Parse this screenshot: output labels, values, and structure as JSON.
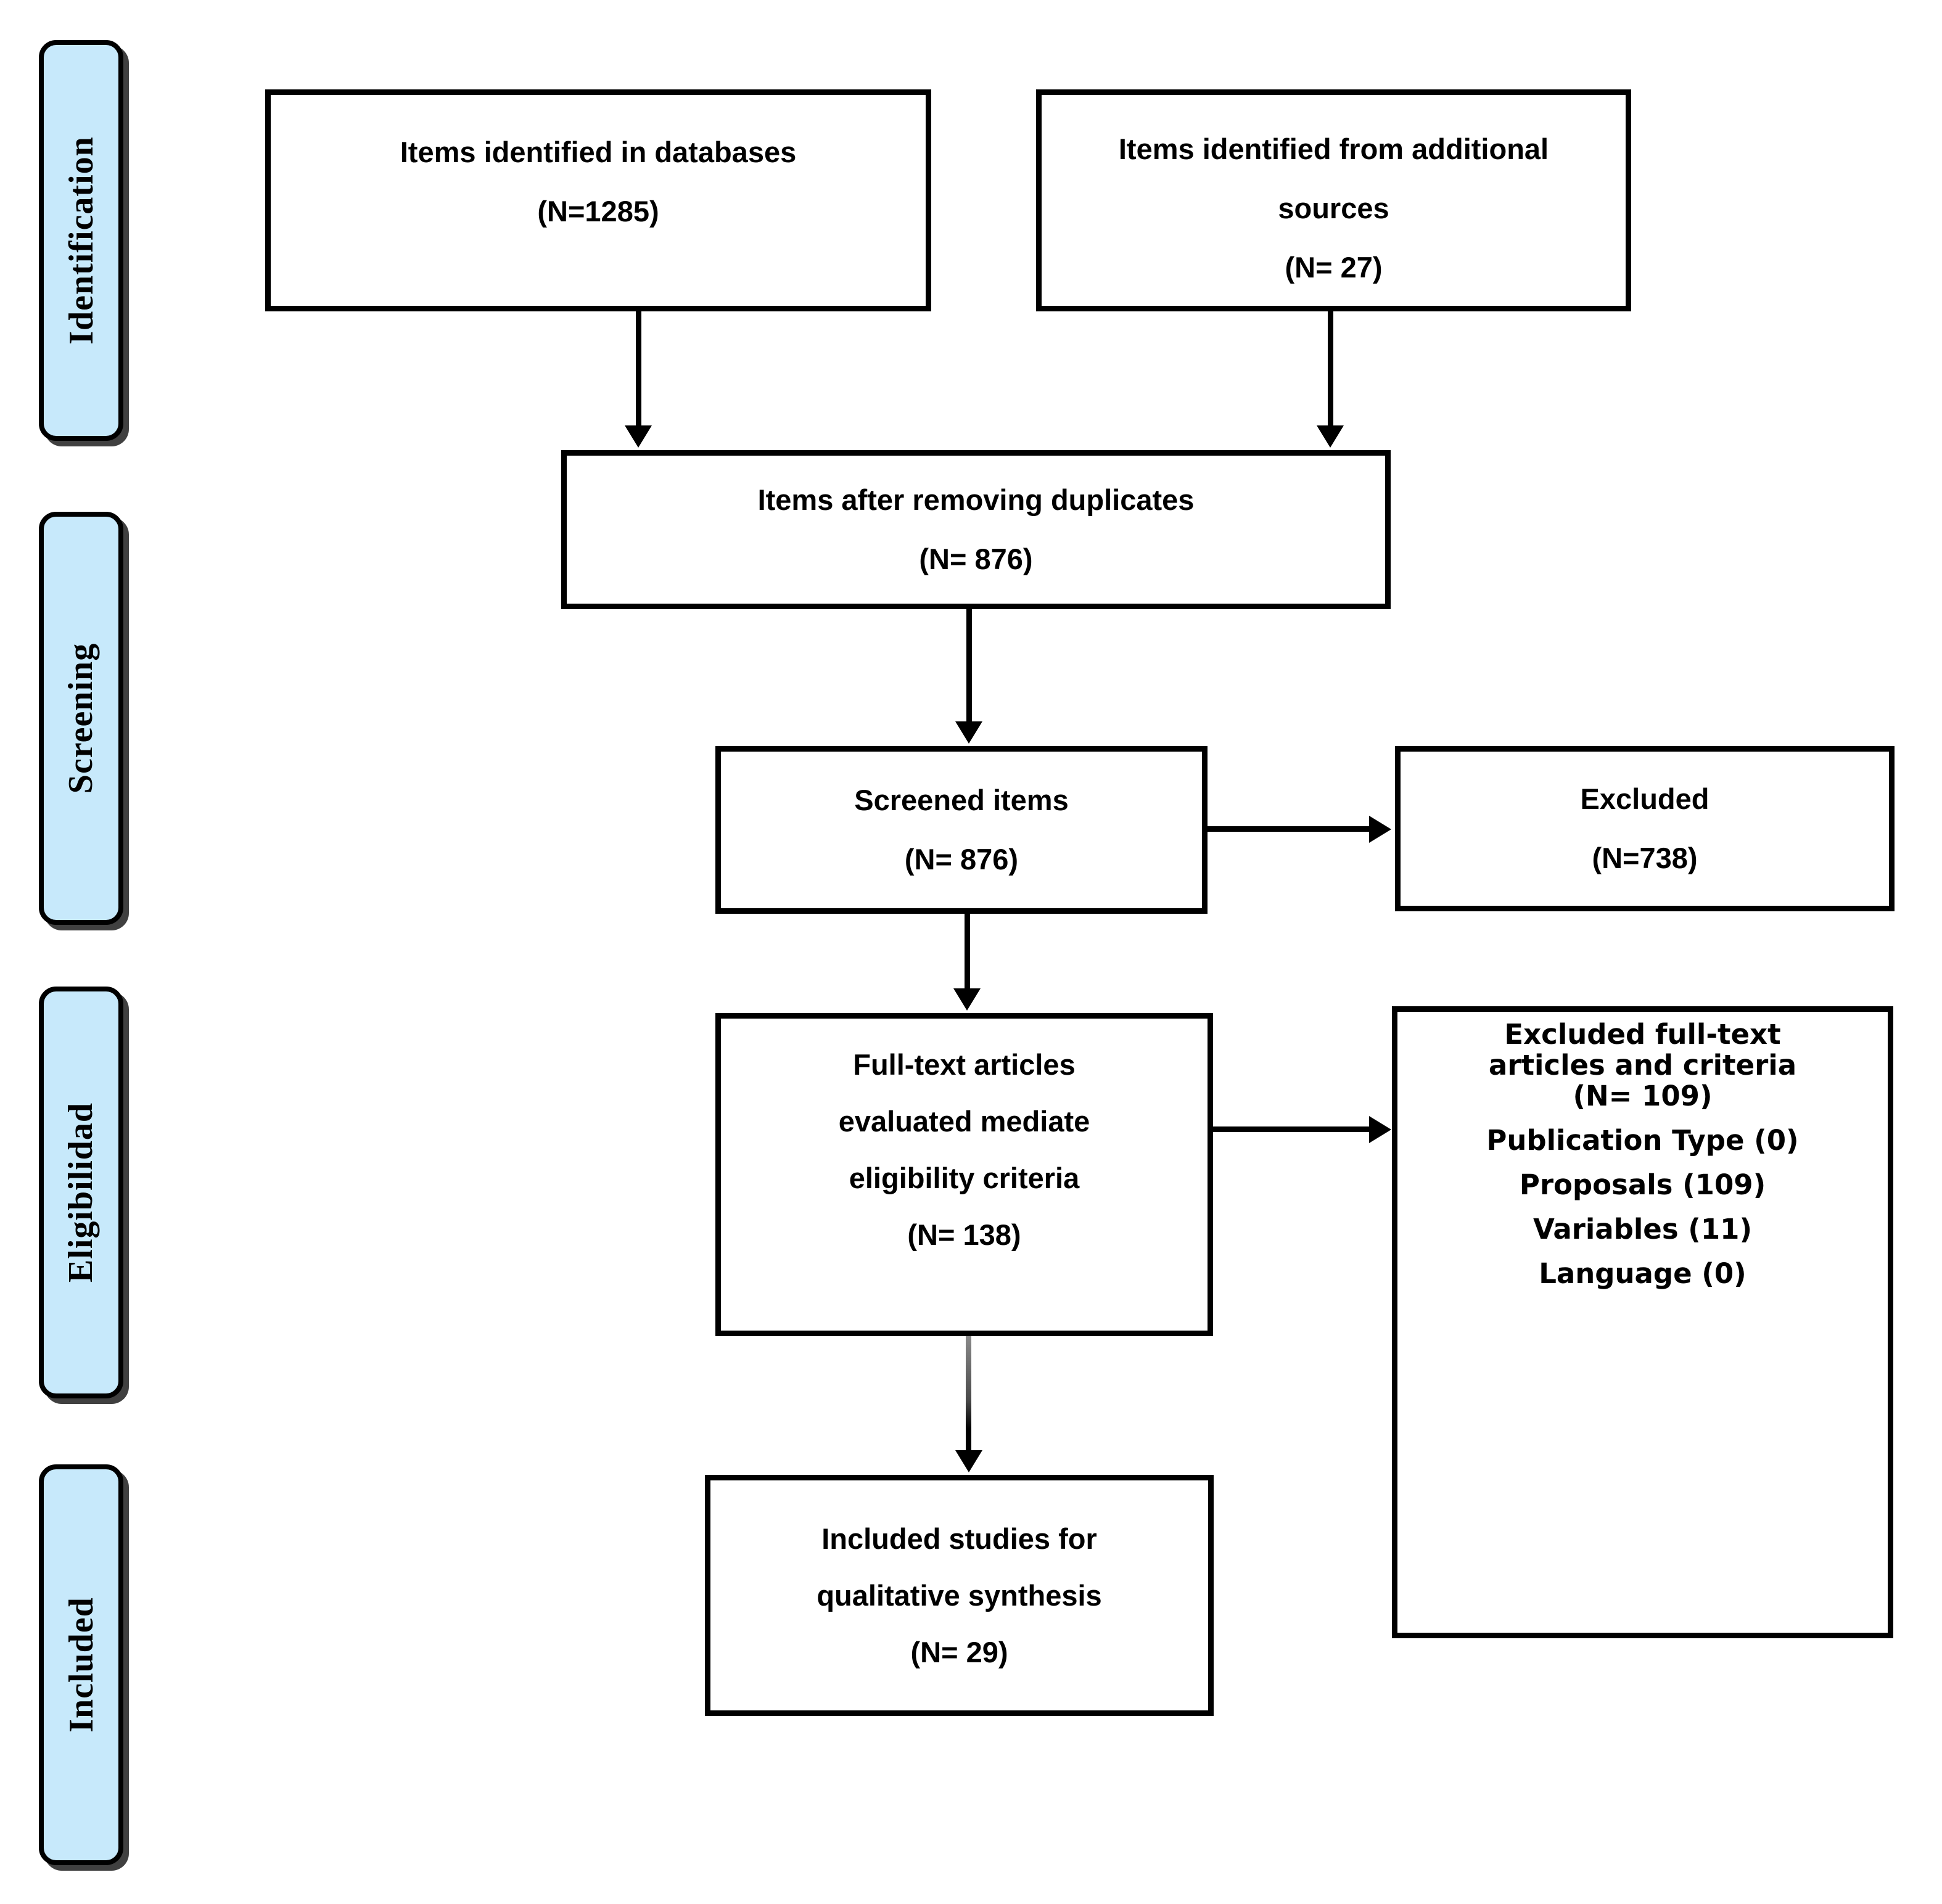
{
  "stages": [
    {
      "label": "Identification"
    },
    {
      "label": "Screening"
    },
    {
      "label": "Eligibilidad"
    },
    {
      "label": "Included"
    }
  ],
  "boxes": {
    "identified_databases": {
      "lines": [
        "Items identified in databases",
        "(N=1285)"
      ]
    },
    "identified_additional": {
      "lines": [
        "Items identified from additional",
        "sources",
        "(N= 27)"
      ]
    },
    "after_duplicates": {
      "lines": [
        "Items after removing duplicates",
        "(N= 876)"
      ]
    },
    "screened": {
      "lines": [
        "Screened items",
        "(N= 876)"
      ]
    },
    "excluded": {
      "lines": [
        "Excluded",
        "(N=738)"
      ]
    },
    "fulltext_evaluated": {
      "lines": [
        "Full-text articles",
        "evaluated mediate",
        "eligibility criteria",
        "(N= 138)"
      ]
    },
    "excluded_fulltext": {
      "title_lines": [
        "Excluded full-text",
        "articles and criteria",
        "(N= 109)"
      ],
      "criteria": [
        "Publication Type (0)",
        "Proposals (109)",
        "Variables (11)",
        "Language (0)"
      ]
    },
    "included_studies": {
      "lines": [
        "Included studies for",
        "qualitative synthesis",
        "(N= 29)"
      ]
    }
  },
  "colors": {
    "stage_fill": "#c7e9fb",
    "stage_border": "#000000",
    "stage_shadow": "#404040",
    "box_fill": "#ffffff",
    "box_border": "#000000",
    "arrow": "#000000",
    "arrow_fade_top": "#8a8a8a",
    "text": "#000000"
  }
}
